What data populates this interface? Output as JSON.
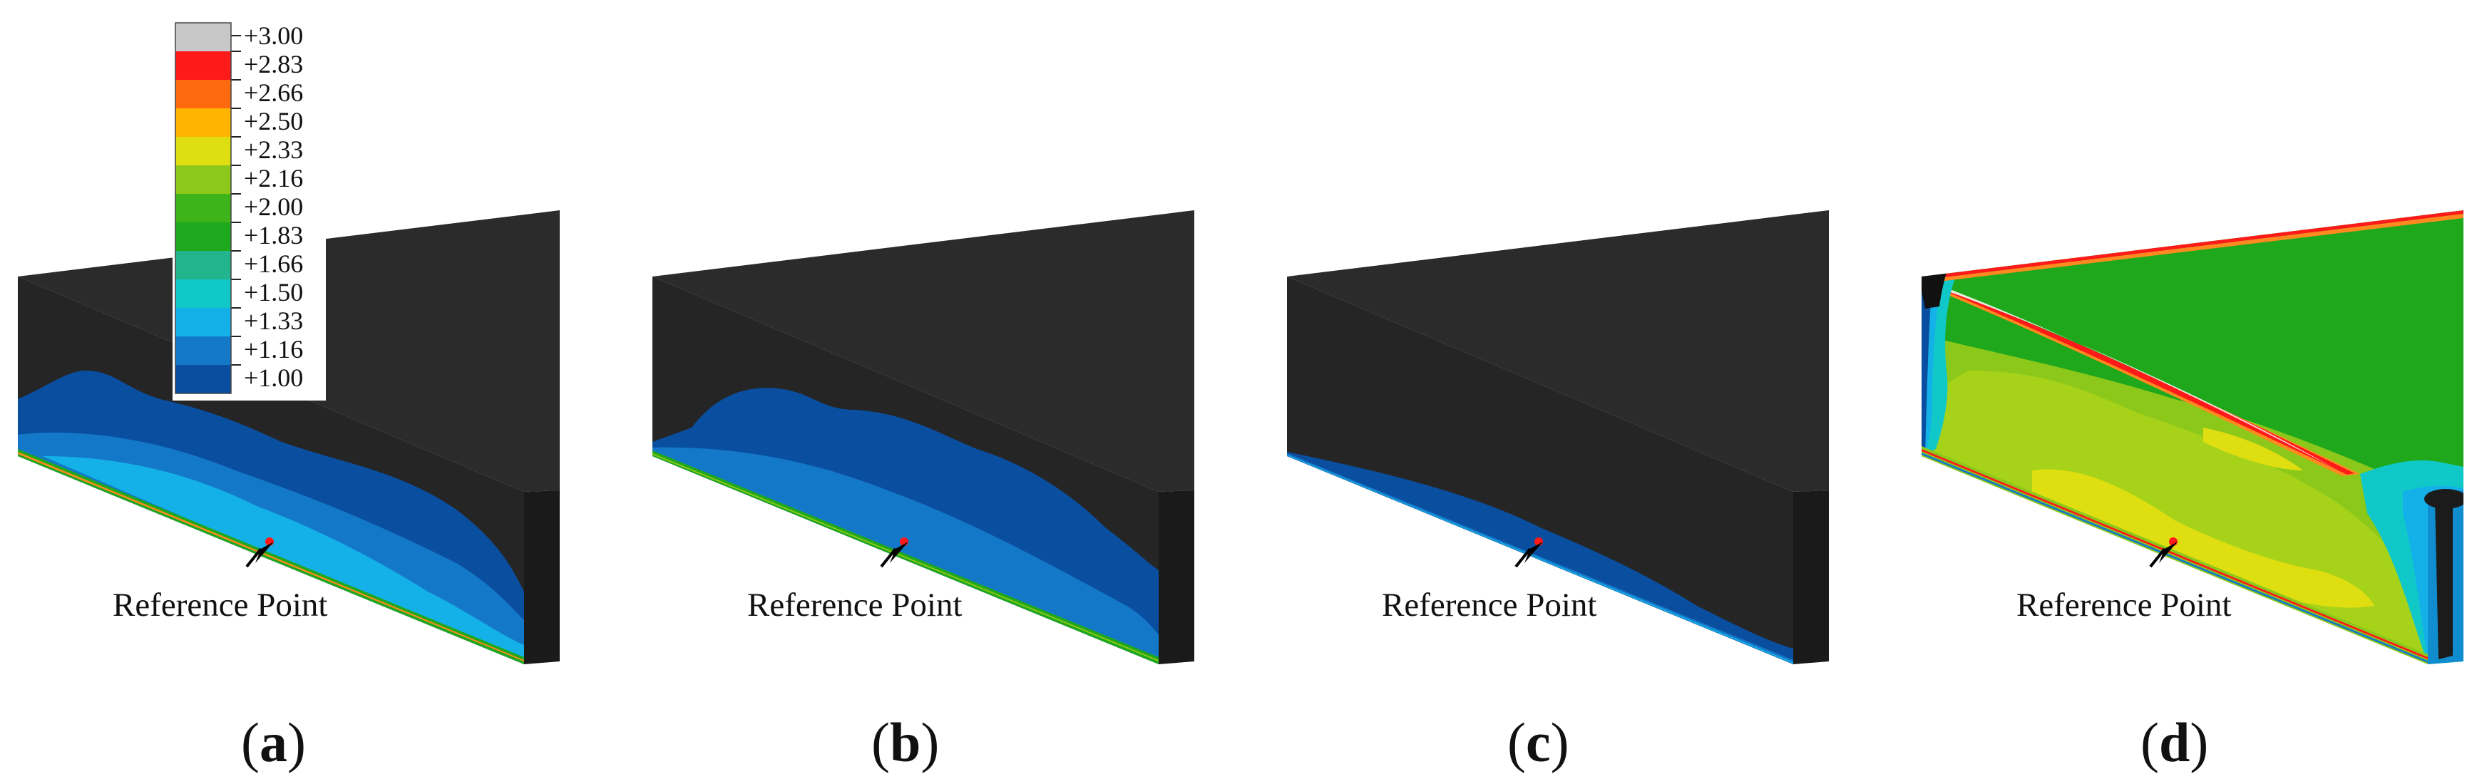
{
  "figure": {
    "panels": [
      {
        "id": "a",
        "label": "a",
        "annotation": "Reference Point"
      },
      {
        "id": "b",
        "label": "b",
        "annotation": "Reference Point"
      },
      {
        "id": "c",
        "label": "c",
        "annotation": "Reference Point"
      },
      {
        "id": "d",
        "label": "d",
        "annotation": "Reference Point"
      }
    ],
    "legend": {
      "entries": [
        {
          "value": "+3.00",
          "color": "#c8c8c8"
        },
        {
          "value": "+2.83",
          "color": "#ff1a1a"
        },
        {
          "value": "+2.66",
          "color": "#ff6a10"
        },
        {
          "value": "+2.50",
          "color": "#ffb400"
        },
        {
          "value": "+2.33",
          "color": "#dede10"
        },
        {
          "value": "+2.16",
          "color": "#8cc81a"
        },
        {
          "value": "+2.00",
          "color": "#3cb41a"
        },
        {
          "value": "+1.83",
          "color": "#1ea81e"
        },
        {
          "value": "+1.66",
          "color": "#22b48c"
        },
        {
          "value": "+1.50",
          "color": "#10c8c8"
        },
        {
          "value": "+1.33",
          "color": "#14b0e8"
        },
        {
          "value": "+1.16",
          "color": "#1478c8"
        },
        {
          "value": "+1.00",
          "color": "#0a4ea0"
        }
      ]
    },
    "colors": {
      "body": "#252525",
      "side": "#1a1a1a",
      "deep_blue": "#0a4ea0",
      "mid_blue": "#1478c8",
      "light_blue": "#14b0e8",
      "cyan": "#10c8c8",
      "green": "#1fa81c",
      "yellow_green": "#8cc81a",
      "yellow": "#dede10",
      "red": "#ff1a1a",
      "orange": "#ff8a20"
    }
  }
}
